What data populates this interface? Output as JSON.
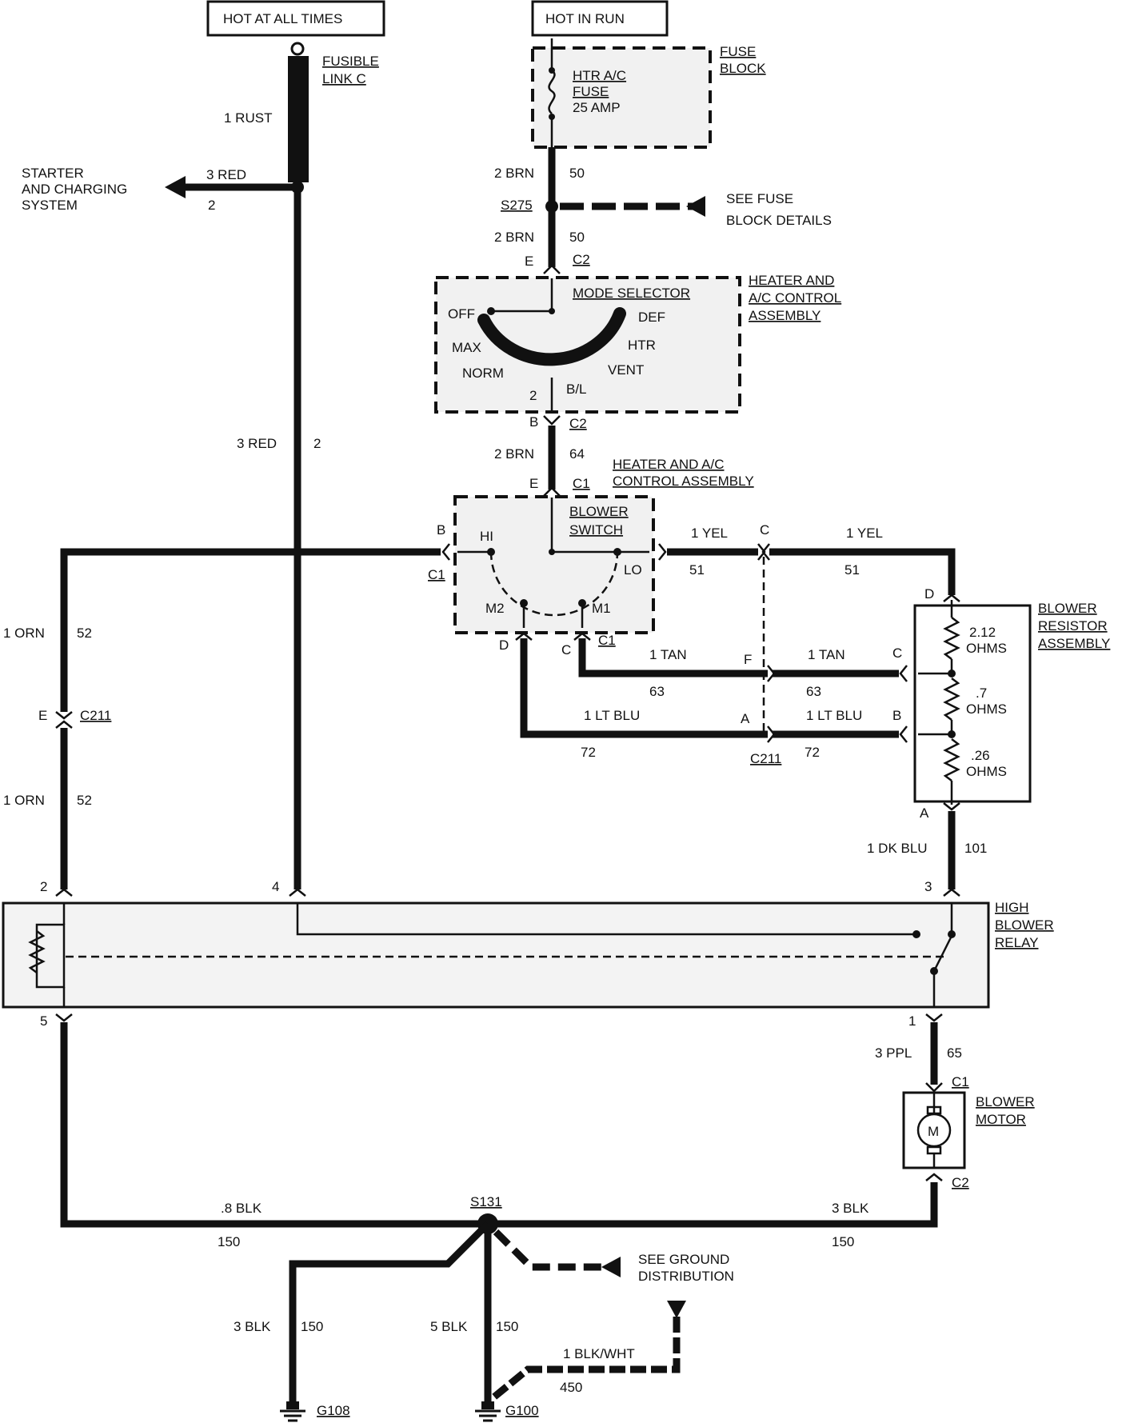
{
  "sources": {
    "hot_at_all_times": "HOT AT ALL TIMES",
    "hot_in_run": "HOT IN RUN"
  },
  "fusible_link": {
    "line1": "FUSIBLE",
    "line2": "LINK C"
  },
  "fuse_block": {
    "line1": "FUSE",
    "line2": "BLOCK"
  },
  "fuse": {
    "line1": "HTR A/C",
    "line2": "FUSE",
    "line3": "25 AMP"
  },
  "starter": {
    "line1": "STARTER",
    "line2": "AND CHARGING",
    "line3": "SYSTEM"
  },
  "splice_s275": "S275",
  "see_fuse": {
    "line1": "SEE FUSE",
    "line2": "BLOCK DETAILS"
  },
  "mode_selector": {
    "title": "MODE SELECTOR",
    "off": "OFF",
    "max": "MAX",
    "norm": "NORM",
    "def": "DEF",
    "htr": "HTR",
    "vent": "VENT",
    "pin_2": "2",
    "pin_bl": "B/L"
  },
  "hvac_assembly_1": {
    "line1": "HEATER AND",
    "line2": "A/C CONTROL",
    "line3": "ASSEMBLY"
  },
  "hvac_assembly_2": {
    "line1": "HEATER AND A/C",
    "line2": "CONTROL ASSEMBLY"
  },
  "blower_switch": {
    "line1": "BLOWER",
    "line2": "SWITCH",
    "hi": "HI",
    "lo": "LO",
    "m1": "M1",
    "m2": "M2"
  },
  "blower_resistor": {
    "line1": "BLOWER",
    "line2": "RESISTOR",
    "line3": "ASSEMBLY",
    "r1_value": "2.12",
    "r2_value": ".7",
    "r3_value": ".26",
    "unit": "OHMS"
  },
  "high_blower_relay": {
    "line1": "HIGH",
    "line2": "BLOWER",
    "line3": "RELAY"
  },
  "blower_motor": {
    "line1": "BLOWER",
    "line2": "MOTOR",
    "symbol": "M"
  },
  "splice_s131": "S131",
  "see_ground": {
    "line1": "SEE GROUND",
    "line2": "DISTRIBUTION"
  },
  "grounds": {
    "g108": "G108",
    "g100": "G100"
  },
  "connectors": {
    "c1": "C1",
    "c2": "C2",
    "c211": "C211",
    "a": "A",
    "b": "B",
    "c": "C",
    "d": "D",
    "e": "E",
    "f": "F",
    "pin1": "1",
    "pin2": "2",
    "pin3": "3",
    "pin4": "4",
    "pin5": "5"
  },
  "wires": {
    "rust_1": "1 RUST",
    "red_3": "3 RED",
    "red_ckt": "2",
    "brn_2": "2 BRN",
    "ckt_50": "50",
    "ckt_64": "64",
    "yel_1": "1 YEL",
    "ckt_51": "51",
    "tan_1": "1 TAN",
    "ckt_63": "63",
    "ltblu_1": "1 LT BLU",
    "ckt_72": "72",
    "orn_1": "1 ORN",
    "ckt_52": "52",
    "dkblu_1": "1 DK BLU",
    "ckt_101": "101",
    "ppl_3": "3 PPL",
    "ckt_65": "65",
    "blk_08": ".8 BLK",
    "blk_3": "3 BLK",
    "blk_5": "5 BLK",
    "ckt_150": "150",
    "blkwht_1": "1 BLK/WHT",
    "ckt_450": "450"
  }
}
